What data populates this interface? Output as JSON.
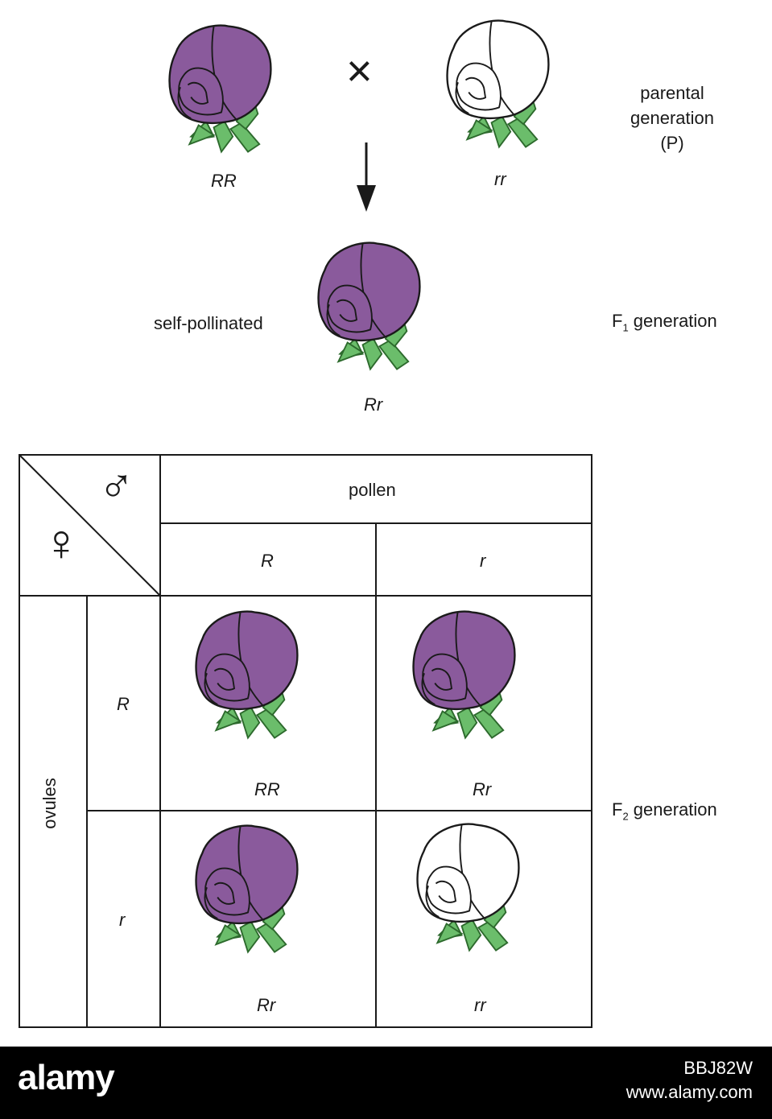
{
  "colors": {
    "purple": "#8a5a9c",
    "white": "#ffffff",
    "leaf": "#6bbd6b",
    "leaf_stroke": "#2d6a2d",
    "line": "#1a1a1a"
  },
  "parental": {
    "cross_symbol": "×",
    "left_genotype": "RR",
    "right_genotype": "rr",
    "label_line1": "parental",
    "label_line2": "generation",
    "label_line3": "(P)"
  },
  "f1": {
    "self_pollinated": "self-pollinated",
    "genotype": "Rr",
    "label_prefix": "F",
    "label_sub": "1",
    "label_suffix": " generation"
  },
  "punnett": {
    "male_symbol": "♂",
    "female_symbol": "♀",
    "pollen": "pollen",
    "ovules": "ovules",
    "col_R": "R",
    "col_r": "r",
    "row_R": "R",
    "row_r": "r",
    "cells": {
      "RR": "RR",
      "Rr_top": "Rr",
      "Rr_bottom": "Rr",
      "rr": "rr"
    }
  },
  "f2": {
    "label_prefix": "F",
    "label_sub": "2",
    "label_suffix": " generation"
  },
  "footer": {
    "brand": "alamy",
    "image_id": "BBJ82W",
    "site": "www.alamy.com"
  }
}
